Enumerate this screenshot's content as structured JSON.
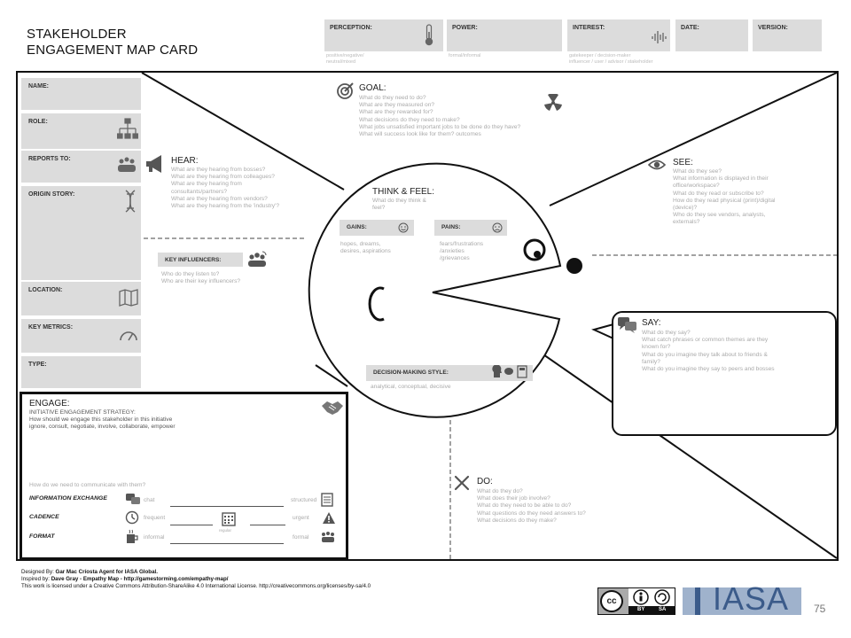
{
  "title": {
    "line1": "STAKEHOLDER",
    "line2": "ENGAGEMENT MAP CARD"
  },
  "header": {
    "perception": {
      "label": "PERCEPTION:",
      "sub1": "positive/negative/",
      "sub2": "neutral/mixed"
    },
    "power": {
      "label": "POWER:",
      "sub1": "formal/informal"
    },
    "interest": {
      "label": "INTEREST:",
      "sub1": "gatekeeper / decision-maker",
      "sub2": "influencer / user / advisor / stakeholder"
    },
    "date": {
      "label": "DATE:"
    },
    "version": {
      "label": "VERSION:"
    }
  },
  "sidebar": {
    "name": "NAME:",
    "role": "ROLE:",
    "reports_to": "REPORTS TO:",
    "origin_story": "ORIGIN STORY:",
    "location": "LOCATION:",
    "key_metrics": "KEY METRICS:",
    "type": "TYPE:"
  },
  "goal": {
    "heading": "GOAL:",
    "questions": [
      "What do they need to do?",
      "What are they measured on?",
      "What are they rewarded for?",
      "What decisions do they need to make?",
      "What jobs unsatisfied important jobs to be done do they have?",
      "What will success look like for them? outcomes"
    ]
  },
  "hear": {
    "heading": "HEAR:",
    "questions": [
      "What are they hearing from bosses?",
      "What are they hearing from colleagues?",
      "What are they hearing from",
      "consultants/partners?",
      "What are they hearing from vendors?",
      "What are they hearing from the 'industry'?"
    ]
  },
  "key_influencers": {
    "label": "KEY INFLUENCERS:",
    "questions": [
      "Who do they listen to?",
      "Who are their key influencers?"
    ]
  },
  "think_feel": {
    "heading": "THINK & FEEL:",
    "sub1": "What do they think &",
    "sub2": "feel?"
  },
  "gains": {
    "label": "GAINS:",
    "text1": "hopes, dreams,",
    "text2": "desires, aspirations"
  },
  "pains": {
    "label": "PAINS:",
    "text1": "fears/frustrations",
    "text2": "/anxieties",
    "text3": "/grievances"
  },
  "decision_style": {
    "label": "DECISION-MAKING STYLE:",
    "text": "analytical, conceptual, decisive"
  },
  "see": {
    "heading": "SEE:",
    "questions": [
      "What do they see?",
      "What information is displayed in their",
      "office/workspace?",
      "What do they read or subscribe to?",
      "How do they read physical (print)/digital",
      "(device)?",
      "Who do they see vendors, analysts,",
      "externals?"
    ]
  },
  "say": {
    "heading": "SAY:",
    "questions": [
      "What do they say?",
      "What catch phrases or common themes are they",
      "known for?",
      "What do you imagine they talk about to friends &",
      "family?",
      "What do you imagine they say to peers and bosses"
    ]
  },
  "do": {
    "heading": "DO:",
    "questions": [
      "What do they do?",
      "What does their job involve?",
      "What do they need to be able to do?",
      "What questions do they need answers to?",
      "What decisions do they make?"
    ]
  },
  "engage": {
    "heading": "ENGAGE:",
    "strategy": "INITIATIVE ENGAGEMENT STRATEGY:",
    "line1": "How should we engage this stakeholder in this initiative",
    "line2": "ignore, consult, negotiate, involve, collaborate, empower",
    "communicate": "How do we need to communicate with them?",
    "rows": [
      {
        "label": "INFORMATION EXCHANGE",
        "left": "chat",
        "right": "structured"
      },
      {
        "label": "CADENCE",
        "left": "frequent",
        "mid": "regular",
        "right": "urgent"
      },
      {
        "label": "FORMAT",
        "left": "informal",
        "right": "formal"
      }
    ]
  },
  "footer": {
    "designed_prefix": "Designed By: ",
    "designed_by": "Gar Mac Críosta Agent",
    "designed_for": " for IASA Global.",
    "inspired_prefix": "Inspired by: ",
    "inspired_by": "Dave Gray  - Empathy Map  - http://gamestorming.com/empathy-map/",
    "license": "This work is licensed under a Creative Commons Attribution-ShareAlike 4.0 International License. http://creativecommons.org/licenses/by-sa/4.0"
  },
  "cc_badge": {
    "cc": "cc",
    "by": "BY",
    "sa": "SA"
  },
  "logo": {
    "letters": "IASA"
  },
  "page_number": "75",
  "colors": {
    "box_grey": "#dcdcdc",
    "line": "#111111",
    "muted_text": "#aaaaaa",
    "logo_dark": "#3b5b8a",
    "logo_light": "#9fb2cc"
  }
}
